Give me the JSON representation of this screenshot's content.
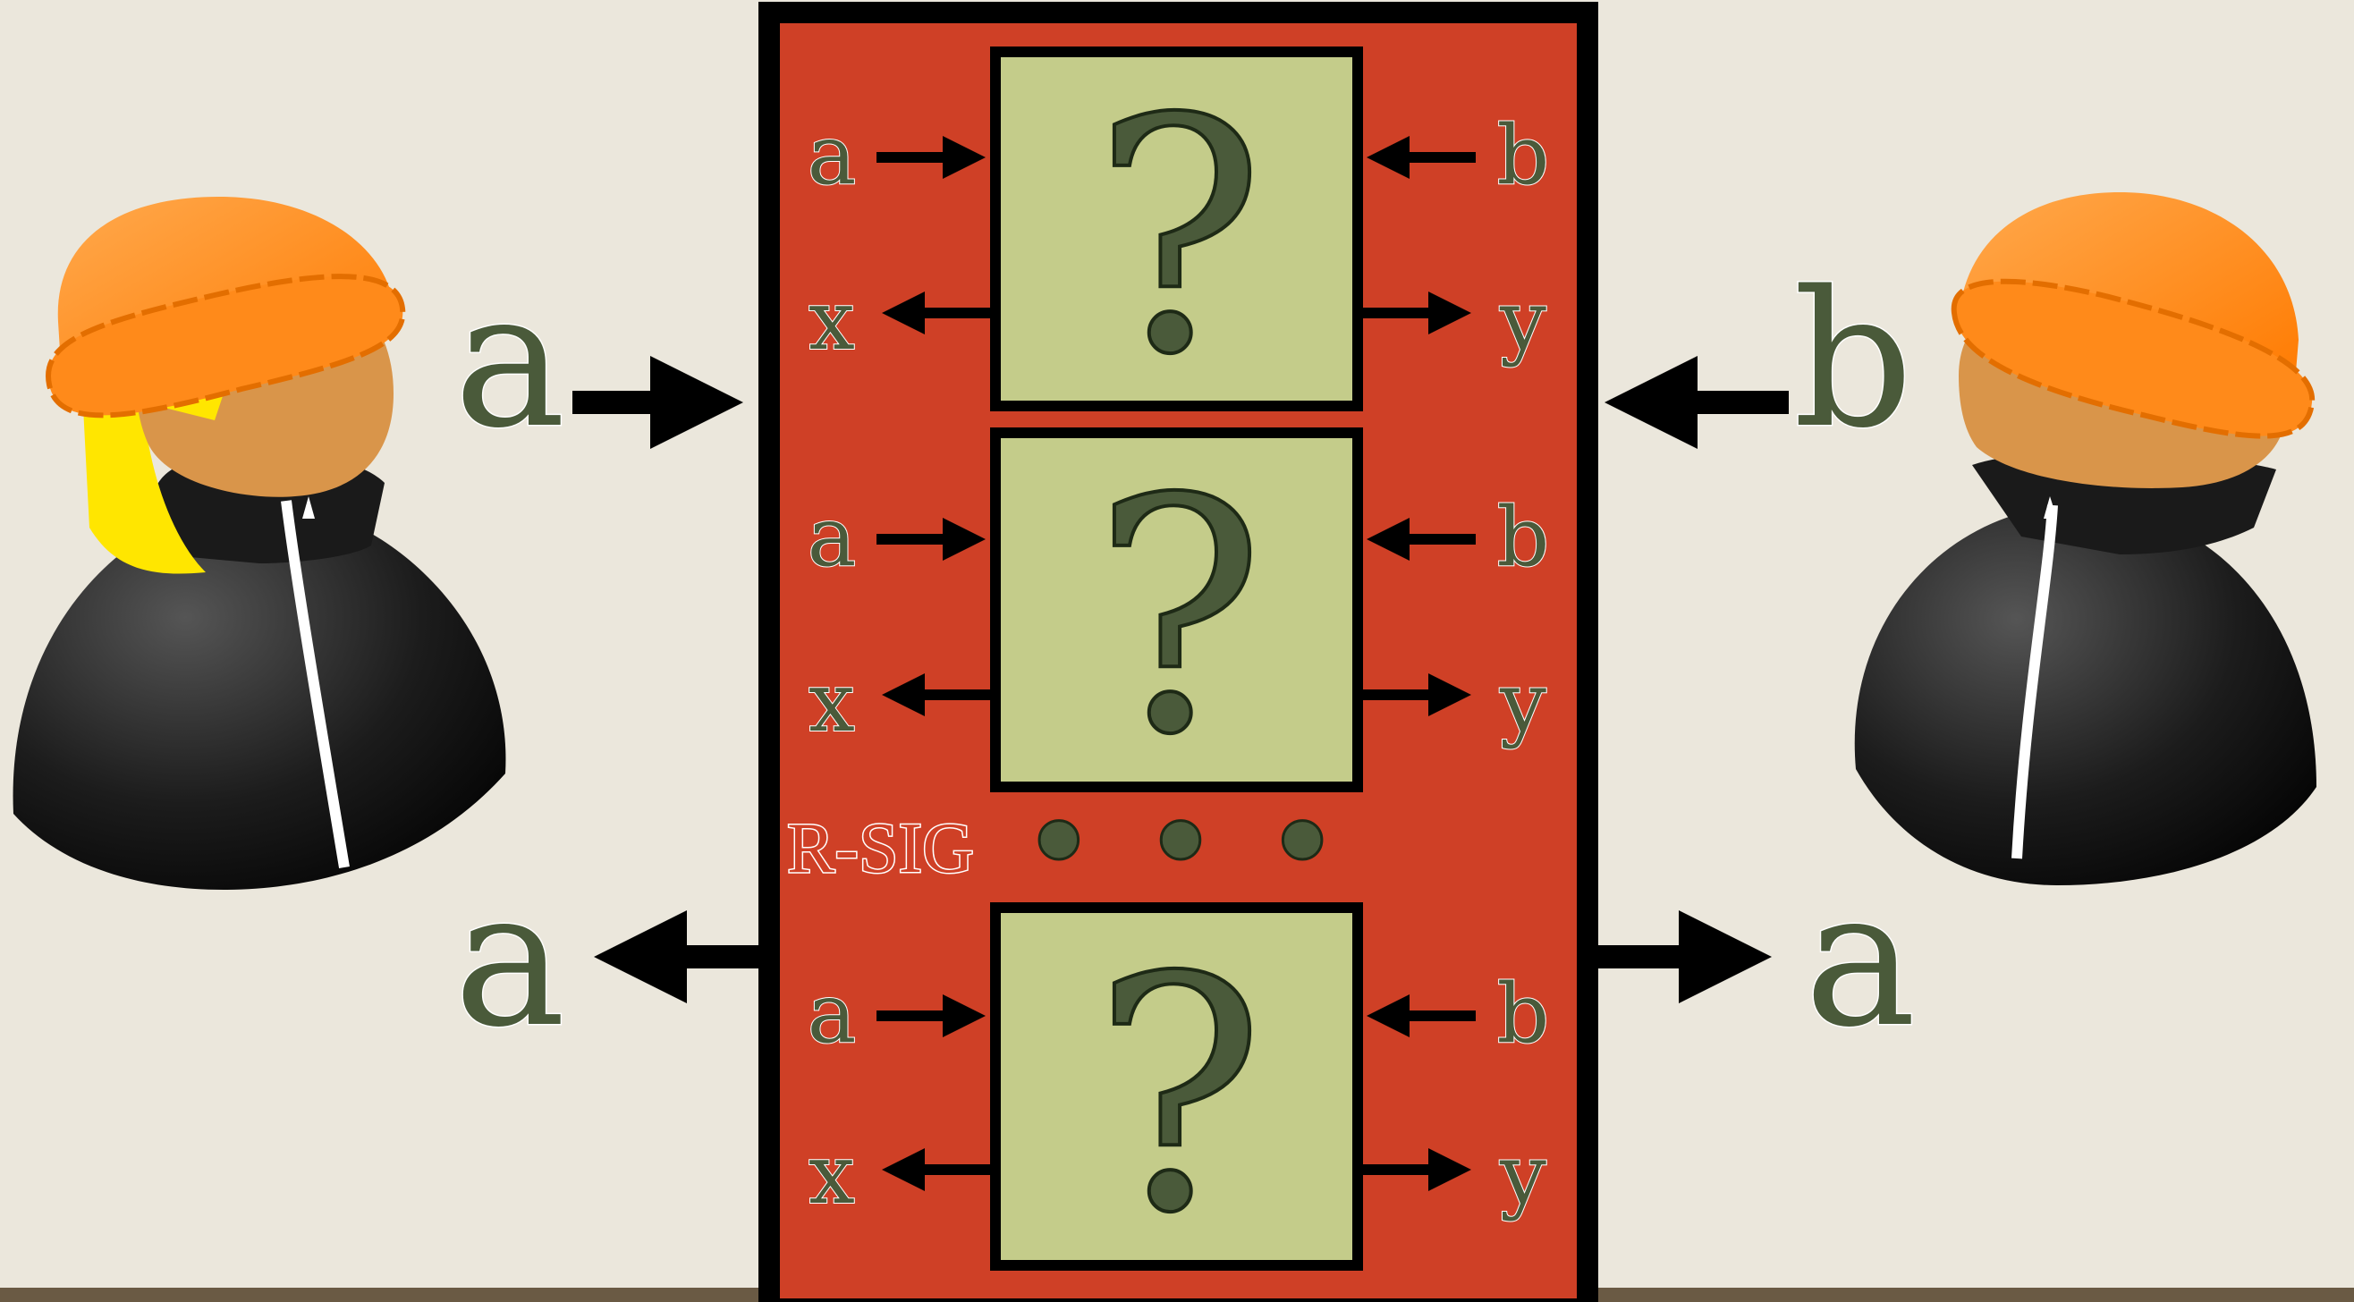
{
  "outer_left_in": "a",
  "outer_right_in": "b",
  "outer_left_out": "a",
  "outer_right_out": "a",
  "box_label": "R-SIG",
  "continuation": "• • •",
  "gadgets": [
    {
      "in_left": "a",
      "in_right": "b",
      "out_left": "x",
      "out_right": "y",
      "symbol": "?"
    },
    {
      "in_left": "a",
      "in_right": "b",
      "out_left": "x",
      "out_right": "y",
      "symbol": "?"
    },
    {
      "in_left": "a",
      "in_right": "b",
      "out_left": "x",
      "out_right": "y",
      "symbol": "?"
    }
  ],
  "colors": {
    "background": "#ebe7dc",
    "box_fill": "#cf4026",
    "gadget_fill": "#c4cc8a",
    "letter_fill": "#4a5a3a",
    "hat": "#ff8c1a",
    "jacket": "#1a1a1a",
    "face": "#d9954a",
    "hair": "#ffe600"
  },
  "icons": [
    "person-left-icon",
    "person-right-icon",
    "arrow-icon"
  ]
}
